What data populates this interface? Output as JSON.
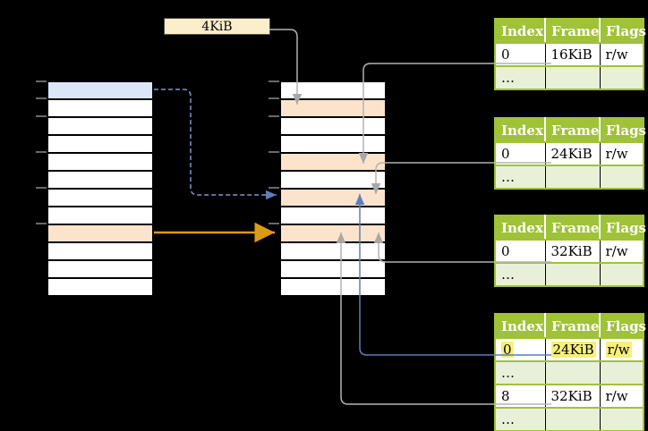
{
  "frame_size_label": {
    "text": "4KiB"
  },
  "memory_columns": {
    "left": {
      "rows": [
        "blue",
        "white",
        "white",
        "white",
        "white",
        "white",
        "white",
        "white",
        "orange",
        "white",
        "white",
        "white"
      ]
    },
    "right": {
      "rows": [
        "white",
        "orange",
        "white",
        "white",
        "orange",
        "white",
        "orange",
        "white",
        "orange",
        "white",
        "white",
        "white"
      ]
    }
  },
  "page_tables": [
    {
      "name": "page-table-16kib",
      "headers": [
        "Index",
        "Frame",
        "Flags"
      ],
      "rows": [
        {
          "cells": [
            "0",
            "16KiB",
            "r/w"
          ],
          "shaded": false,
          "highlighted": false
        },
        {
          "cells": [
            "…",
            "",
            ""
          ],
          "shaded": true,
          "highlighted": false
        }
      ]
    },
    {
      "name": "page-table-24kib",
      "headers": [
        "Index",
        "Frame",
        "Flags"
      ],
      "rows": [
        {
          "cells": [
            "0",
            "24KiB",
            "r/w"
          ],
          "shaded": false,
          "highlighted": false
        },
        {
          "cells": [
            "…",
            "",
            ""
          ],
          "shaded": true,
          "highlighted": false
        }
      ]
    },
    {
      "name": "page-table-32kib",
      "headers": [
        "Index",
        "Frame",
        "Flags"
      ],
      "rows": [
        {
          "cells": [
            "0",
            "32KiB",
            "r/w"
          ],
          "shaded": false,
          "highlighted": false
        },
        {
          "cells": [
            "…",
            "",
            ""
          ],
          "shaded": true,
          "highlighted": false
        }
      ]
    },
    {
      "name": "page-table-level2",
      "headers": [
        "Index",
        "Frame",
        "Flags"
      ],
      "rows": [
        {
          "cells": [
            "0",
            "24KiB",
            "r/w"
          ],
          "shaded": false,
          "highlighted": true
        },
        {
          "cells": [
            "…",
            "",
            ""
          ],
          "shaded": true,
          "highlighted": false
        },
        {
          "cells": [
            "8",
            "32KiB",
            "r/w"
          ],
          "shaded": false,
          "highlighted": false
        },
        {
          "cells": [
            "…",
            "",
            ""
          ],
          "shaded": true,
          "highlighted": false
        }
      ]
    }
  ],
  "colors": {
    "background": "#000000",
    "table_header_green": "#9fc238",
    "table_row_light_green": "#e9f0d8",
    "mem_row_orange": "#fce4cc",
    "mem_row_blue": "#dbe7f7",
    "mem_row_white": "#ffffff",
    "label_cream": "#fbeecb",
    "highlight_yellow": "#f7ef7d",
    "tick_gray": "#8c8c8c",
    "arrow_gray": "#b3b3b3",
    "arrow_gray_head": "#a8a8a8",
    "arrow_orange": "#dc9b14",
    "arrow_blue": "#5b7fb9",
    "arrow_dashed_blue": "#7b97c9"
  }
}
